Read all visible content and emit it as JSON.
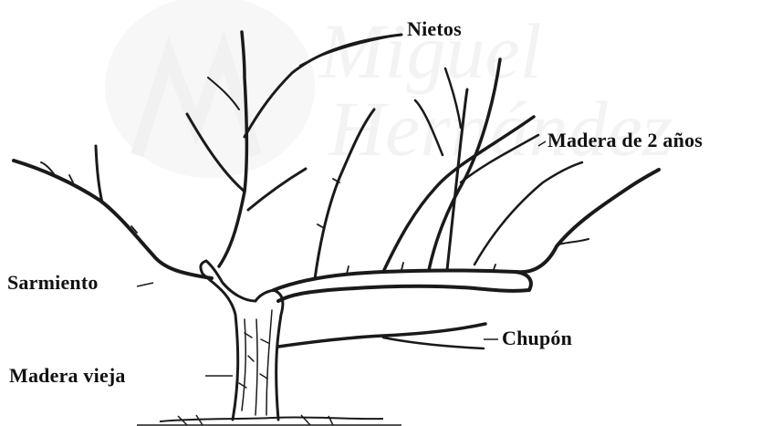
{
  "watermark": {
    "text_line_1": "Miguel",
    "text_line_2": "Hernández",
    "color": "#e6e6e6"
  },
  "labels": {
    "nietos": "Nietos",
    "madera_2_anos": "Madera de 2 años",
    "sarmiento": "Sarmiento",
    "chupon": "Chupón",
    "madera_vieja": "Madera vieja"
  },
  "colors": {
    "ink": "#1a1a1a",
    "background": "#ffffff"
  }
}
